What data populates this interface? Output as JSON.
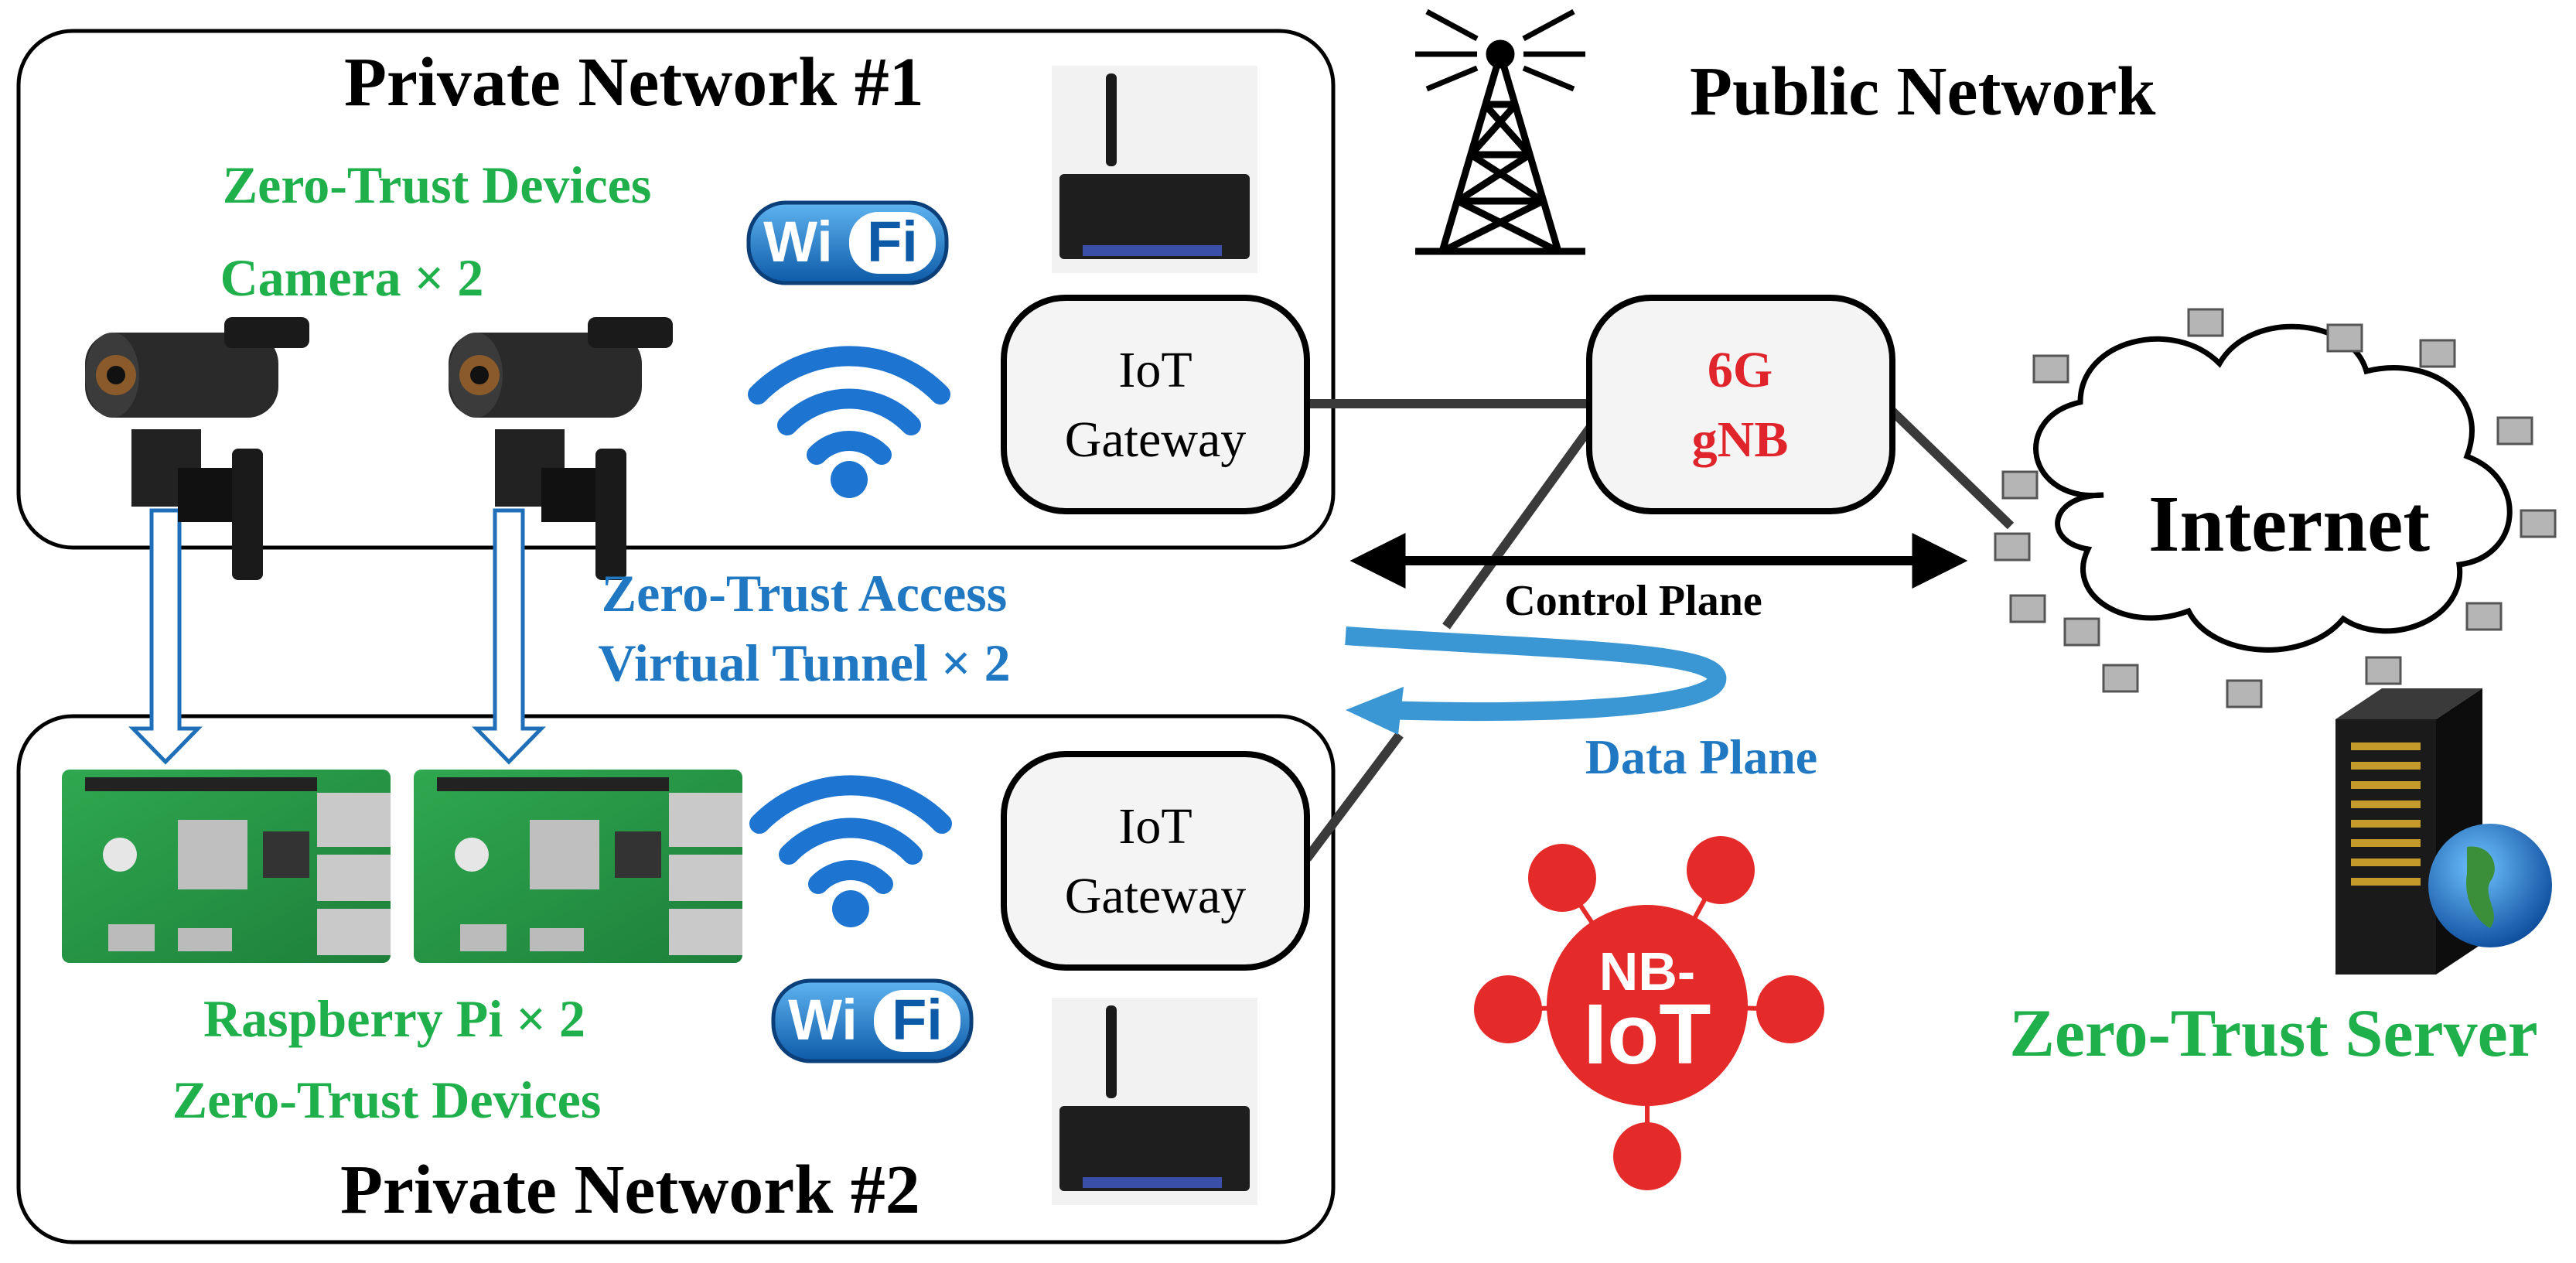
{
  "colors": {
    "green": "#1fb04b",
    "blue": "#1f78c1",
    "red": "#e0242b",
    "black": "#000000",
    "box_fill": "#f4f4f4",
    "nbiot_red": "#e52a2a"
  },
  "private_network_1": {
    "title": "Private Network #1",
    "devices_heading": "Zero-Trust Devices",
    "devices_count": "Camera × 2",
    "wifi_badge_wi": "Wi",
    "wifi_badge_fi": "Fi",
    "gateway_line1": "IoT",
    "gateway_line2": "Gateway",
    "device_icon": "camera-icon",
    "gateway_device_icon": "router-icon"
  },
  "private_network_2": {
    "title": "Private Network #2",
    "devices_count": "Raspberry Pi × 2",
    "devices_heading": "Zero-Trust Devices",
    "wifi_badge_wi": "Wi",
    "wifi_badge_fi": "Fi",
    "gateway_line1": "IoT",
    "gateway_line2": "Gateway",
    "device_icon": "raspberry-pi-board-icon",
    "gateway_device_icon": "router-icon"
  },
  "public_network": {
    "title": "Public Network",
    "tower_icon": "cell-tower-icon",
    "gnb_line1": "6G",
    "gnb_line2": "gNB"
  },
  "tunnel": {
    "line1": "Zero-Trust Access",
    "line2": "Virtual Tunnel × 2"
  },
  "control_plane": "Control Plane",
  "data_plane": "Data Plane",
  "internet": {
    "label": "Internet",
    "icon": "cloud-network-icon"
  },
  "server": {
    "label": "Zero-Trust Server",
    "icon": "server-globe-icon"
  },
  "nbiot": {
    "line1": "NB-",
    "line2": "IoT",
    "icon": "nb-iot-hub-icon"
  }
}
